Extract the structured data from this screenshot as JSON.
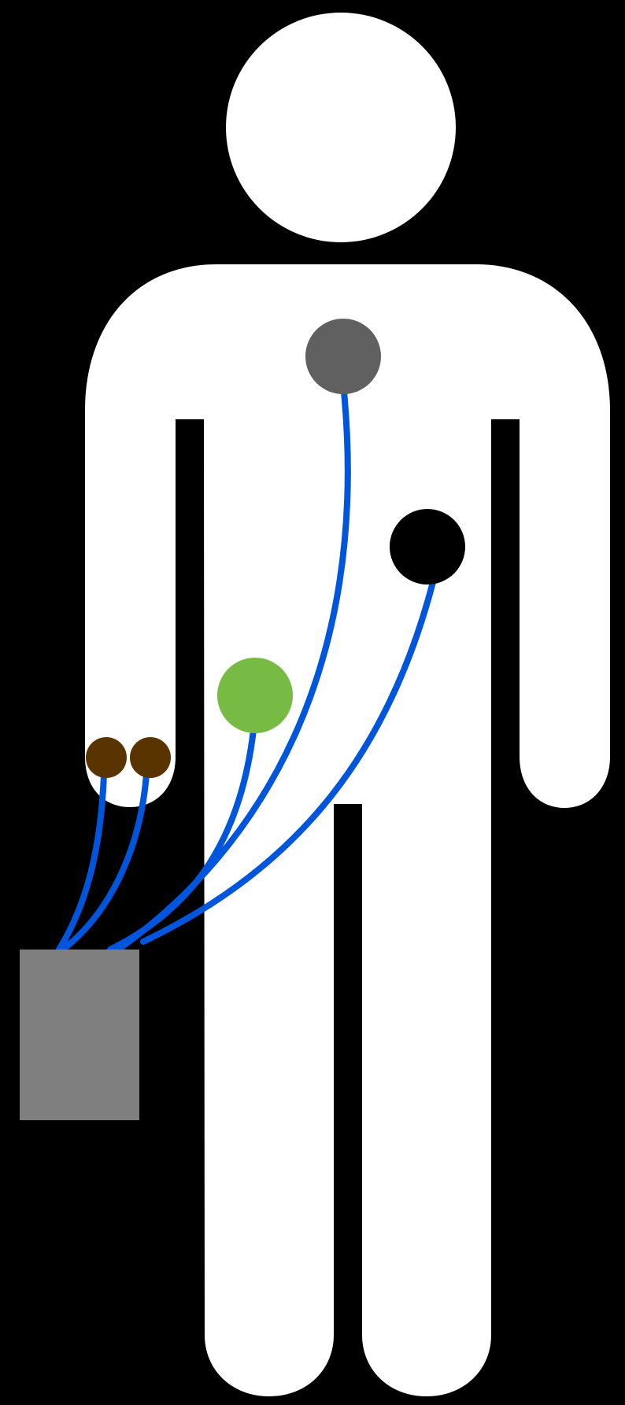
{
  "colors": {
    "background": "#000000",
    "figure": "#ffffff",
    "wire": "#0055dd",
    "recorder": "#7f7f7f",
    "chest_sensor": "#606060",
    "waist_sensor": "#000000",
    "hip_sensor": "#77bb44",
    "finger_sensors": "#5a3400"
  },
  "figure": {
    "icon": "human-figure-icon"
  },
  "sensors": [
    {
      "id": "chest",
      "icon": "chest-sensor-icon",
      "color_key": "chest_sensor"
    },
    {
      "id": "waist",
      "icon": "waist-sensor-icon",
      "color_key": "waist_sensor"
    },
    {
      "id": "hip",
      "icon": "hip-sensor-icon",
      "color_key": "hip_sensor"
    },
    {
      "id": "finger-1",
      "icon": "finger-sensor-icon",
      "color_key": "finger_sensors"
    },
    {
      "id": "finger-2",
      "icon": "finger-sensor-icon",
      "color_key": "finger_sensors"
    }
  ],
  "recorder": {
    "icon": "recorder-box-icon"
  }
}
